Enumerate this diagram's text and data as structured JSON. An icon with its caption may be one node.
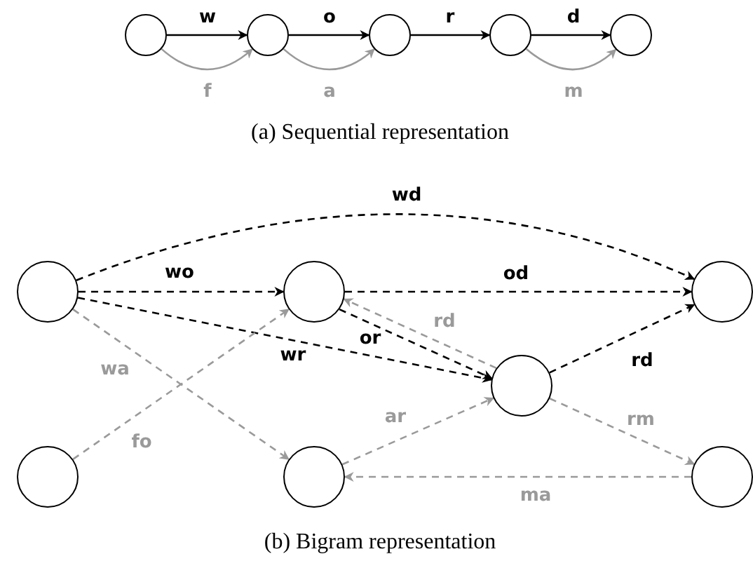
{
  "diagram": {
    "nodes": [
      {
        "text": [],
        "shape": "circle"
      },
      {
        "text": [],
        "shape": "circle"
      },
      {
        "text": [],
        "shape": "circle"
      },
      {
        "text": [],
        "shape": "circle"
      },
      {
        "text": [],
        "shape": "circle"
      },
      {
        "text": [],
        "shape": "circle"
      },
      {
        "text": [],
        "shape": "circle"
      },
      {
        "text": [],
        "shape": "circle"
      },
      {
        "text": [],
        "shape": "circle"
      },
      {
        "text": [],
        "shape": "circle"
      },
      {
        "text": [],
        "shape": "circle"
      },
      {
        "text": [],
        "shape": "circle"
      }
    ],
    "edges": [
      {
        "from": 0,
        "to": 1,
        "arrow": "to",
        "label": "w"
      },
      {
        "from": 0,
        "to": 1,
        "arrow": "to",
        "label": "f",
        "color": "#9a9a9a"
      },
      {
        "from": 1,
        "to": 2,
        "arrow": "to",
        "label": "o"
      },
      {
        "from": 1,
        "to": 2,
        "arrow": "to",
        "label": "a",
        "color": "#9a9a9a"
      },
      {
        "from": 2,
        "to": 3,
        "arrow": "to",
        "label": "r"
      },
      {
        "from": 3,
        "to": 4,
        "arrow": "to",
        "label": "d"
      },
      {
        "from": 3,
        "to": 4,
        "arrow": "to",
        "label": "m",
        "color": "#9a9a9a"
      },
      {
        "from": 5,
        "to": 7,
        "arrow": "to",
        "label": "wd",
        "style": "dashed"
      },
      {
        "from": 5,
        "to": 6,
        "arrow": "to",
        "label": "wo",
        "style": "dashed"
      },
      {
        "from": 6,
        "to": 7,
        "arrow": "to",
        "label": "od",
        "style": "dashed"
      },
      {
        "from": 5,
        "to": 8,
        "arrow": "to",
        "label": "wr",
        "style": "dashed"
      },
      {
        "from": 6,
        "to": 8,
        "arrow": "to",
        "label": "or",
        "style": "dashed"
      },
      {
        "from": 8,
        "to": 6,
        "arrow": "to",
        "label": "rd",
        "style": "dashed",
        "color": "#9a9a9a"
      },
      {
        "from": 8,
        "to": 7,
        "arrow": "to",
        "label": "rd",
        "style": "dashed"
      },
      {
        "from": 5,
        "to": 10,
        "arrow": "to",
        "label": "wa",
        "style": "dashed",
        "color": "#9a9a9a"
      },
      {
        "from": 9,
        "to": 6,
        "arrow": "to",
        "label": "fo",
        "style": "dashed",
        "color": "#9a9a9a"
      },
      {
        "from": 10,
        "to": 8,
        "arrow": "to",
        "label": "ar",
        "style": "dashed",
        "color": "#9a9a9a"
      },
      {
        "from": 8,
        "to": 11,
        "arrow": "to",
        "label": "rm",
        "style": "dashed",
        "color": "#9a9a9a"
      },
      {
        "from": 11,
        "to": 10,
        "arrow": "to",
        "label": "ma",
        "style": "dashed",
        "color": "#9a9a9a"
      }
    ],
    "labels": [
      "(a) Sequential representation",
      "(b) Bigram representation"
    ]
  }
}
